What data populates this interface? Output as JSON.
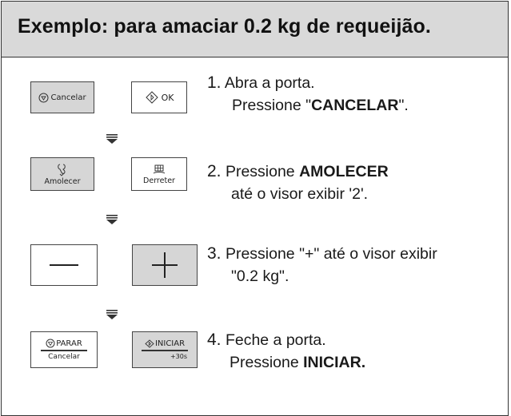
{
  "header": {
    "title": "Exemplo: para amaciar 0.2 kg de requeijão."
  },
  "buttons": {
    "cancel": "Cancelar",
    "ok": "OK",
    "soften": "Amolecer",
    "melt": "Derreter",
    "stop_top": "PARAR",
    "stop_bottom": "Cancelar",
    "start_top": "INICIAR",
    "start_bottom": "+30s"
  },
  "steps": [
    {
      "num": "1.",
      "line1": "Abra a porta.",
      "line2_pre": "Pressione \"",
      "line2_bold": "CANCELAR",
      "line2_post": "\"."
    },
    {
      "num": "2.",
      "line1_pre": "Pressione ",
      "line1_bold": "AMOLECER",
      "line2": "até o visor exibir '2'."
    },
    {
      "num": "3.",
      "line1": "Pressione \"+\" até o visor exibir",
      "line2": "\"0.2 kg\"."
    },
    {
      "num": "4.",
      "line1": "Feche a porta.",
      "line2_pre": "Pressione ",
      "line2_bold": "INICIAR."
    }
  ]
}
